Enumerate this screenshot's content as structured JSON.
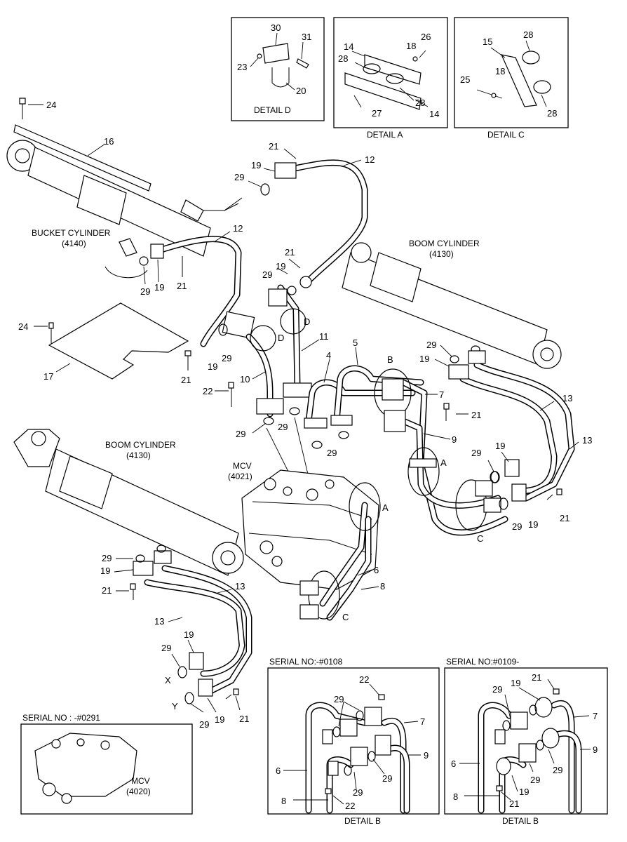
{
  "details": {
    "d": {
      "caption": "DETAIL D",
      "labels": [
        "30",
        "31",
        "23",
        "20"
      ]
    },
    "a": {
      "caption": "DETAIL A",
      "labels": [
        "14",
        "26",
        "18",
        "28",
        "28",
        "27",
        "14"
      ]
    },
    "c": {
      "caption": "DETAIL C",
      "labels": [
        "15",
        "28",
        "25",
        "18",
        "28"
      ]
    }
  },
  "components": {
    "bucket_cylinder": {
      "name": "BUCKET CYLINDER",
      "code": "(4140)"
    },
    "boom_cylinder_right": {
      "name": "BOOM CYLINDER",
      "code": "(4130)"
    },
    "boom_cylinder_left": {
      "name": "BOOM CYLINDER",
      "code": "(4130)"
    },
    "mcv_main": {
      "name": "MCV",
      "code": "(4021)"
    },
    "mcv_inset": {
      "name": "MCV",
      "code": "(4020)"
    }
  },
  "main_labels": {
    "top": [
      "24",
      "16",
      "21",
      "19",
      "29",
      "12",
      "12",
      "21",
      "19",
      "29",
      "21",
      "24",
      "17"
    ],
    "middle": [
      "29",
      "19",
      "21",
      "11",
      "10",
      "22",
      "5",
      "4",
      "7",
      "9",
      "29",
      "29",
      "29",
      "29",
      "19",
      "21",
      "13",
      "13",
      "19",
      "29",
      "21",
      "19"
    ],
    "lower": [
      "29",
      "19",
      "21",
      "13",
      "13",
      "19",
      "29",
      "29",
      "19",
      "21",
      "6",
      "8"
    ],
    "view_markers": [
      "D",
      "D",
      "B",
      "A",
      "A",
      "C",
      "C",
      "X",
      "Y"
    ]
  },
  "insets": {
    "serial_left": "SERIAL NO : -#0291",
    "serial_b1": "SERIAL NO:-#0108",
    "serial_b2": "SERIAL NO:#0109-",
    "detail_b1": {
      "caption": "DETAIL B",
      "labels": [
        "22",
        "29",
        "7",
        "6",
        "9",
        "29",
        "29",
        "8",
        "22"
      ]
    },
    "detail_b2": {
      "caption": "DETAIL B",
      "labels": [
        "21",
        "29",
        "19",
        "7",
        "6",
        "9",
        "29",
        "29",
        "8",
        "21",
        "19"
      ]
    }
  }
}
